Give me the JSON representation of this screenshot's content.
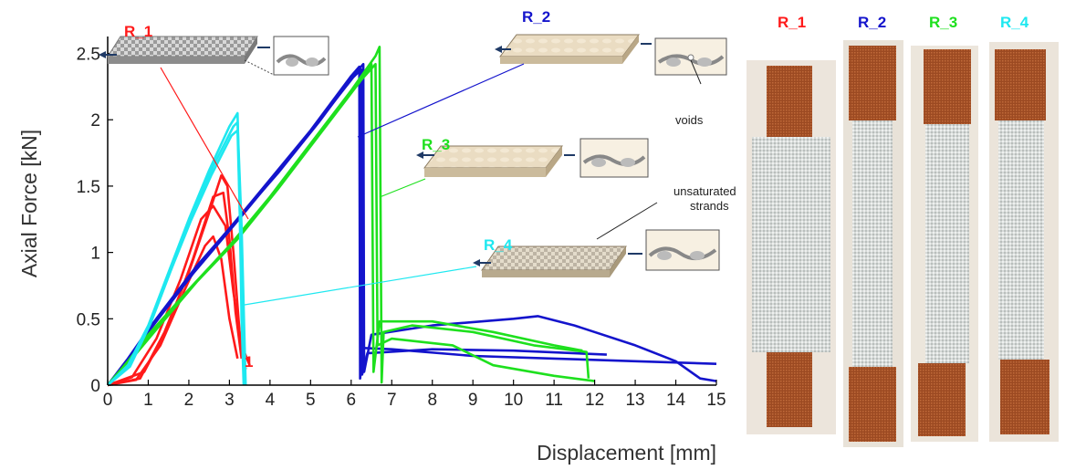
{
  "chart_data": {
    "type": "line",
    "xlabel": "Displacement [mm]",
    "ylabel": "Axial Force [kN]",
    "xlim": [
      0,
      15
    ],
    "ylim": [
      0,
      2.6
    ],
    "xticks": [
      "0",
      "1",
      "2",
      "3",
      "4",
      "5",
      "6",
      "7",
      "8",
      "9",
      "10",
      "11",
      "12",
      "13",
      "14",
      "15"
    ],
    "yticks": [
      "0",
      "0.5",
      "1",
      "1.5",
      "2",
      "2.5"
    ],
    "grid": false,
    "series": [
      {
        "name": "R_1",
        "color": "#ff1a1a",
        "curves": [
          [
            [
              0,
              0
            ],
            [
              0.6,
              0.06
            ],
            [
              1.2,
              0.35
            ],
            [
              1.8,
              0.8
            ],
            [
              2.3,
              1.25
            ],
            [
              2.6,
              1.35
            ],
            [
              2.9,
              1.2
            ],
            [
              3.1,
              0.7
            ],
            [
              3.3,
              0.3
            ],
            [
              3.5,
              0.15
            ]
          ],
          [
            [
              0,
              0
            ],
            [
              0.8,
              0.05
            ],
            [
              1.4,
              0.4
            ],
            [
              2.0,
              0.85
            ],
            [
              2.5,
              1.3
            ],
            [
              2.8,
              1.58
            ],
            [
              2.95,
              1.5
            ],
            [
              3.1,
              1.0
            ],
            [
              3.25,
              0.4
            ],
            [
              3.4,
              0.12
            ]
          ],
          [
            [
              0,
              0
            ],
            [
              0.7,
              0.04
            ],
            [
              1.3,
              0.3
            ],
            [
              1.9,
              0.72
            ],
            [
              2.4,
              1.05
            ],
            [
              2.6,
              1.12
            ],
            [
              2.8,
              0.95
            ],
            [
              3.0,
              0.5
            ],
            [
              3.2,
              0.2
            ]
          ],
          [
            [
              0,
              0
            ],
            [
              0.9,
              0.1
            ],
            [
              1.5,
              0.45
            ],
            [
              2.1,
              0.95
            ],
            [
              2.6,
              1.42
            ],
            [
              2.85,
              1.45
            ],
            [
              3.0,
              1.1
            ],
            [
              3.15,
              0.55
            ],
            [
              3.3,
              0.2
            ]
          ]
        ]
      },
      {
        "name": "R_2",
        "color": "#1414cc",
        "curves": [
          [
            [
              0,
              0
            ],
            [
              0.5,
              0.2
            ],
            [
              1.0,
              0.42
            ],
            [
              2.0,
              0.82
            ],
            [
              3.0,
              1.18
            ],
            [
              4.0,
              1.55
            ],
            [
              5.0,
              1.92
            ],
            [
              6.0,
              2.33
            ],
            [
              6.2,
              2.4
            ],
            [
              6.22,
              0.05
            ],
            [
              6.3,
              0.28
            ],
            [
              7.0,
              0.27
            ],
            [
              9.0,
              0.22
            ],
            [
              11.0,
              0.2
            ],
            [
              13.0,
              0.18
            ],
            [
              15.0,
              0.16
            ]
          ],
          [
            [
              0,
              0
            ],
            [
              0.6,
              0.22
            ],
            [
              1.2,
              0.5
            ],
            [
              2.2,
              0.9
            ],
            [
              3.2,
              1.25
            ],
            [
              4.2,
              1.6
            ],
            [
              5.2,
              1.98
            ],
            [
              6.1,
              2.35
            ],
            [
              6.3,
              2.42
            ],
            [
              6.32,
              0.1
            ],
            [
              6.5,
              0.38
            ],
            [
              8.0,
              0.45
            ],
            [
              10.0,
              0.5
            ],
            [
              10.6,
              0.52
            ],
            [
              11.5,
              0.45
            ],
            [
              13.0,
              0.3
            ],
            [
              14.0,
              0.18
            ],
            [
              14.6,
              0.05
            ],
            [
              15.0,
              0.03
            ]
          ],
          [
            [
              0,
              0
            ],
            [
              0.5,
              0.18
            ],
            [
              1.1,
              0.44
            ],
            [
              2.1,
              0.84
            ],
            [
              3.1,
              1.2
            ],
            [
              4.1,
              1.57
            ],
            [
              5.1,
              1.95
            ],
            [
              6.05,
              2.32
            ],
            [
              6.25,
              2.38
            ],
            [
              6.27,
              0.08
            ],
            [
              6.4,
              0.24
            ],
            [
              8.0,
              0.27
            ],
            [
              10.0,
              0.26
            ],
            [
              12.3,
              0.23
            ]
          ]
        ]
      },
      {
        "name": "R_3",
        "color": "#1ee01e",
        "curves": [
          [
            [
              0,
              0
            ],
            [
              0.5,
              0.18
            ],
            [
              1.0,
              0.38
            ],
            [
              2.0,
              0.72
            ],
            [
              3.0,
              1.05
            ],
            [
              4.0,
              1.42
            ],
            [
              5.0,
              1.82
            ],
            [
              6.0,
              2.22
            ],
            [
              6.6,
              2.48
            ],
            [
              6.7,
              2.55
            ],
            [
              6.75,
              0.02
            ],
            [
              6.8,
              0.4
            ],
            [
              7.5,
              0.45
            ],
            [
              9.0,
              0.4
            ],
            [
              10.5,
              0.3
            ],
            [
              11.8,
              0.25
            ],
            [
              11.85,
              0.05
            ]
          ],
          [
            [
              0,
              0
            ],
            [
              0.6,
              0.2
            ],
            [
              1.2,
              0.42
            ],
            [
              2.2,
              0.78
            ],
            [
              3.2,
              1.1
            ],
            [
              4.2,
              1.48
            ],
            [
              5.2,
              1.88
            ],
            [
              6.2,
              2.28
            ],
            [
              6.5,
              2.42
            ],
            [
              6.55,
              0.1
            ],
            [
              6.7,
              0.48
            ],
            [
              8.0,
              0.48
            ],
            [
              9.5,
              0.4
            ],
            [
              11.0,
              0.3
            ],
            [
              11.7,
              0.26
            ]
          ],
          [
            [
              0,
              0
            ],
            [
              0.55,
              0.19
            ],
            [
              1.1,
              0.4
            ],
            [
              2.1,
              0.75
            ],
            [
              3.1,
              1.08
            ],
            [
              4.1,
              1.45
            ],
            [
              5.1,
              1.85
            ],
            [
              6.1,
              2.25
            ],
            [
              6.6,
              2.42
            ],
            [
              6.65,
              0.3
            ],
            [
              7.0,
              0.35
            ],
            [
              8.5,
              0.3
            ],
            [
              9.5,
              0.15
            ],
            [
              11.0,
              0.07
            ],
            [
              12.0,
              0.03
            ]
          ]
        ]
      },
      {
        "name": "R_4",
        "color": "#1ee8f0",
        "curves": [
          [
            [
              0,
              0
            ],
            [
              0.5,
              0.15
            ],
            [
              1.0,
              0.45
            ],
            [
              1.5,
              0.85
            ],
            [
              2.0,
              1.25
            ],
            [
              2.5,
              1.62
            ],
            [
              3.0,
              1.95
            ],
            [
              3.2,
              2.05
            ],
            [
              3.25,
              1.4
            ],
            [
              3.3,
              0.5
            ],
            [
              3.35,
              0
            ]
          ],
          [
            [
              0,
              0
            ],
            [
              0.6,
              0.18
            ],
            [
              1.1,
              0.5
            ],
            [
              1.6,
              0.9
            ],
            [
              2.1,
              1.3
            ],
            [
              2.6,
              1.65
            ],
            [
              3.1,
              1.95
            ],
            [
              3.2,
              1.98
            ],
            [
              3.3,
              1.2
            ],
            [
              3.4,
              0
            ]
          ],
          [
            [
              0,
              0
            ],
            [
              0.55,
              0.14
            ],
            [
              1.05,
              0.46
            ],
            [
              1.55,
              0.86
            ],
            [
              2.05,
              1.24
            ],
            [
              2.55,
              1.58
            ],
            [
              3.05,
              1.88
            ],
            [
              3.2,
              1.92
            ],
            [
              3.28,
              1.0
            ],
            [
              3.38,
              0
            ]
          ]
        ]
      }
    ],
    "series_labels": [
      {
        "text": "R_1",
        "color": "#ff1a1a"
      },
      {
        "text": "R_2",
        "color": "#1414cc"
      },
      {
        "text": "R_3",
        "color": "#1ee01e"
      },
      {
        "text": "R_4",
        "color": "#1ee8f0"
      }
    ],
    "annotations": [
      {
        "text": "voids"
      },
      {
        "text": "unsaturated"
      },
      {
        "text": "strands"
      },
      {
        "text": "1",
        "color": "#ff1a1a"
      }
    ]
  },
  "specimen_photos": {
    "labels": [
      {
        "text": "R_1",
        "color": "#ff1a1a"
      },
      {
        "text": "R_2",
        "color": "#1414cc"
      },
      {
        "text": "R_3",
        "color": "#1ee01e"
      },
      {
        "text": "R_4",
        "color": "#1ee8f0"
      }
    ]
  }
}
